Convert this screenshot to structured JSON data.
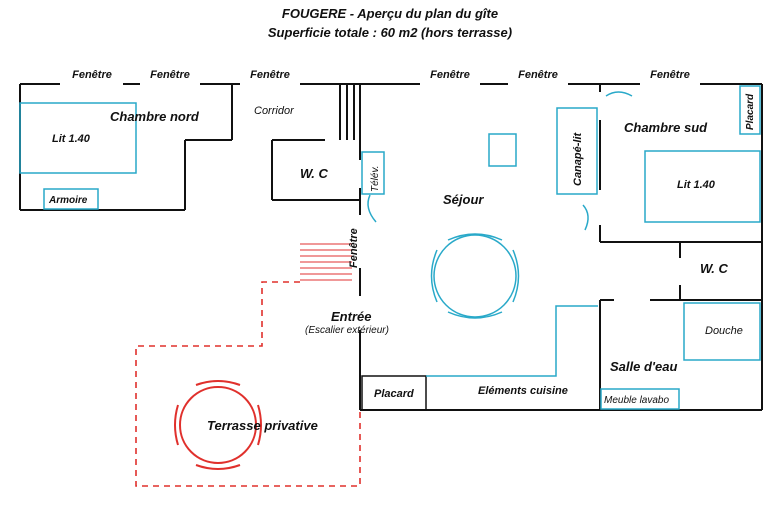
{
  "title": "FOUGERE - Aperçu du plan du gîte",
  "subtitle": "Superficie totale : 60 m2 (hors terrasse)",
  "colors": {
    "wall": "#111111",
    "furniture": "#29a9c9",
    "terrace": "#e0302c",
    "stairs": "#e85a5a"
  },
  "labels": {
    "window": "Fenêtre",
    "chambre_nord": "Chambre nord",
    "lit_nord": "Lit 1.40",
    "armoire": "Armoire",
    "corridor": "Corridor",
    "wc": "W. C",
    "telev": "Télév.",
    "sejour": "Séjour",
    "canape": "Canapé-lit",
    "chambre_sud": "Chambre sud",
    "lit_sud": "Lit 1.40",
    "placard": "Placard",
    "wc2": "W. C",
    "douche": "Douche",
    "salle_eau": "Salle d'eau",
    "meuble": "Meuble lavabo",
    "entree": "Entrée",
    "escalier": "(Escalier extérieur)",
    "placard2": "Placard",
    "cuisine": "Eléments cuisine",
    "terrasse": "Terrasse privative"
  }
}
